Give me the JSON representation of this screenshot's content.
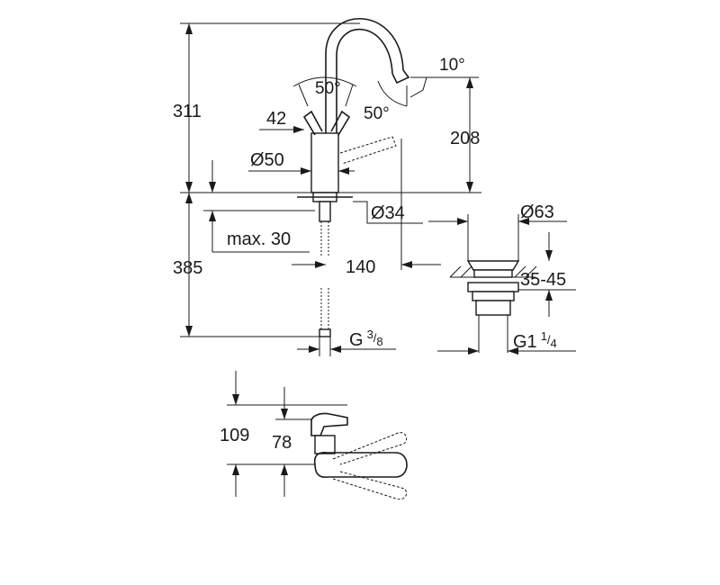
{
  "dimensions": {
    "total_height": "311",
    "spout_height": "208",
    "below_counter": "385",
    "handle_width": "42",
    "body_diameter": "Ø50",
    "hole_diameter": "Ø34",
    "max_thickness": "max. 30",
    "spout_reach": "140",
    "waste_diameter": "Ø63",
    "waste_range": "35-45",
    "hose_thread_main": "G",
    "hose_thread_num": "3",
    "hose_thread_den": "8",
    "waste_thread_main": "G1",
    "waste_thread_num": "1",
    "waste_thread_den": "4",
    "top_view_overall": "109",
    "top_view_body": "78"
  },
  "angles": {
    "spout_tip": "10°",
    "lever_swing": "50°",
    "spout_swivel": "50°"
  },
  "colors": {
    "line": "#1a1a1a",
    "background": "#ffffff"
  }
}
